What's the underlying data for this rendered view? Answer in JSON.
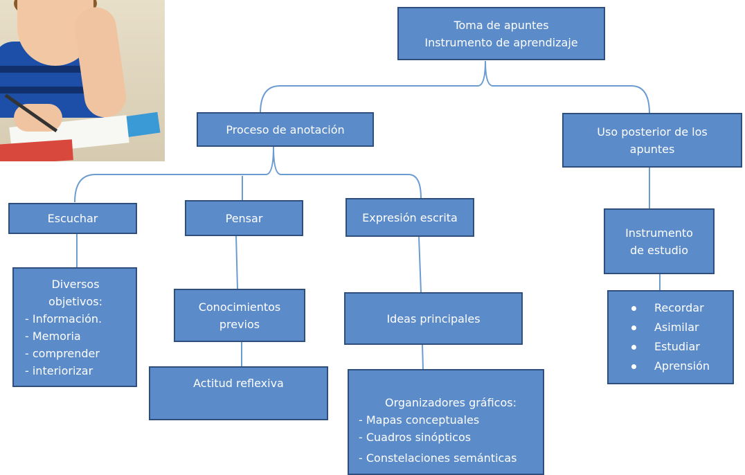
{
  "diagram": {
    "root": {
      "lines": [
        "Toma de apuntes",
        "Instrumento de aprendizaje"
      ]
    },
    "proceso": {
      "label": "Proceso de anotación"
    },
    "uso": {
      "lines": [
        "Uso posterior de los",
        "apuntes"
      ]
    },
    "escuchar": {
      "label": "Escuchar"
    },
    "pensar": {
      "label": "Pensar"
    },
    "expresion": {
      "label": "Expresión escrita"
    },
    "instrumento": {
      "lines": [
        "Instrumento",
        "de estudio"
      ]
    },
    "diversos": {
      "lines": [
        "Diversos",
        "objetivos:",
        "- Información.",
        "- Memoria",
        "- comprender",
        "- interiorizar"
      ]
    },
    "conocimientos": {
      "lines": [
        "Conocimientos",
        "previos"
      ]
    },
    "actitud": {
      "label": "Actitud reflexiva"
    },
    "ideas": {
      "label": "Ideas principales"
    },
    "organizadores": {
      "lines": [
        "Organizadores gráficos:",
        "- Mapas conceptuales",
        "- Cuadros sinópticos",
        "- Constelaciones semánticas"
      ]
    },
    "estudio_items": [
      "Recordar",
      "Asimilar",
      "Estudiar",
      "Aprensión"
    ]
  },
  "colors": {
    "box_fill": "#5b8bc9",
    "box_border": "#2e4e7e",
    "connector": "#6a9bd1"
  },
  "photo": {
    "icon": "student-writing-photo"
  }
}
